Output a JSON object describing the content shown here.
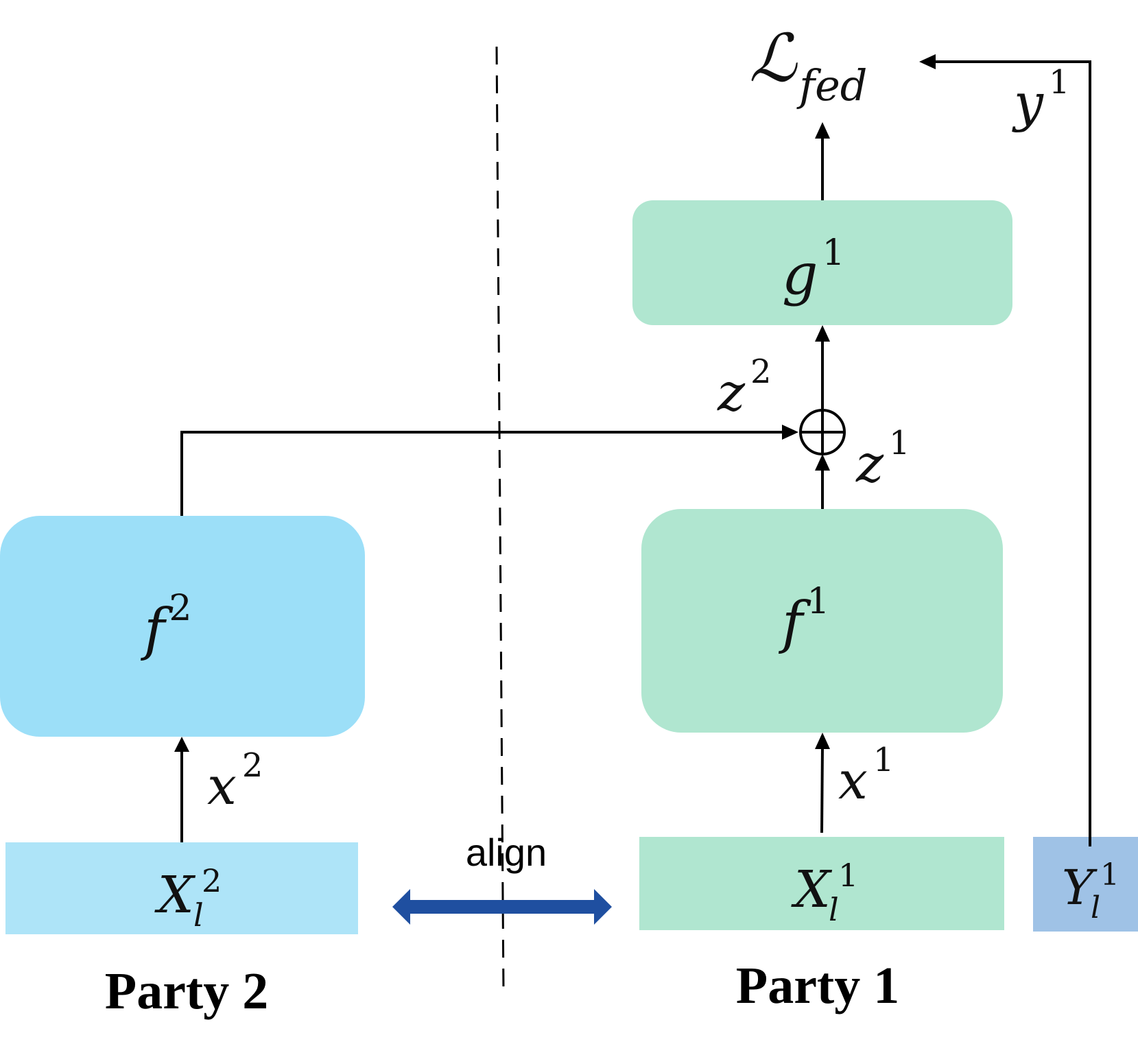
{
  "colors": {
    "party1_box": "#b0e6d0",
    "party2_box": "#9cdff8",
    "party2_data": "#aee4f8",
    "label_box": "#9fc2e6",
    "align_arrow": "#1f4fa0",
    "line": "#000000"
  },
  "nodes": {
    "loss": {
      "base": "ℒ",
      "sub": "fed"
    },
    "g1": {
      "base": "g",
      "sup": "1"
    },
    "f1": {
      "base": "f",
      "sup": "1"
    },
    "f2": {
      "base": "f",
      "sup": "2"
    },
    "X1": {
      "base": "X",
      "sub": "l",
      "sup": "1"
    },
    "X2": {
      "base": "X",
      "sub": "l",
      "sup": "2"
    },
    "Y1": {
      "base": "Y",
      "sub": "l",
      "sup": "1"
    },
    "combine": {
      "icon": "circled-plus-icon"
    }
  },
  "edges": {
    "y1": {
      "base": "y",
      "sup": "1"
    },
    "z2": {
      "base": "z",
      "sup": "2"
    },
    "z1": {
      "base": "z",
      "sup": "1"
    },
    "x1": {
      "base": "x",
      "sup": "1"
    },
    "x2": {
      "base": "x",
      "sup": "2"
    }
  },
  "align": {
    "label": "align"
  },
  "parties": {
    "party1": "Party 1",
    "party2": "Party 2"
  }
}
